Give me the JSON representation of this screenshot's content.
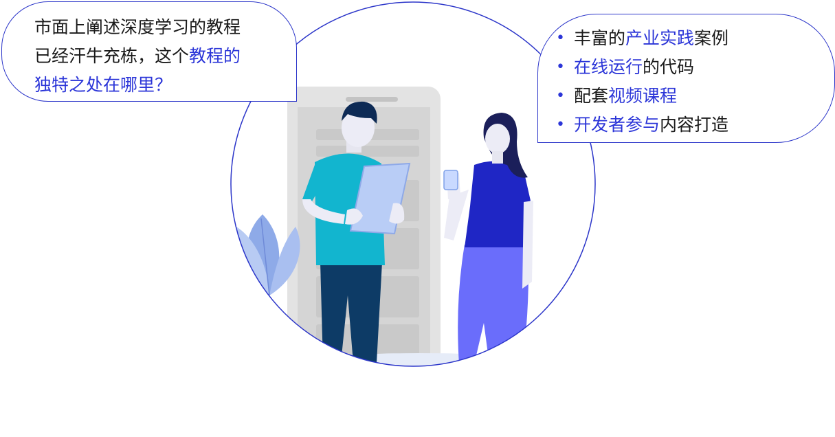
{
  "question_bubble": {
    "line1": "市面上阐述深度学习的教程",
    "line2_plain": "已经汗牛充栋，这个",
    "line2_highlight": "教程的",
    "line3_highlight": "独特之处在哪里？"
  },
  "features_bubble": {
    "bullet": "•",
    "items": [
      {
        "before": "丰富的",
        "highlight": "产业实践",
        "after": "案例"
      },
      {
        "before": "",
        "highlight": "在线运行",
        "after": "的代码"
      },
      {
        "before": "配套",
        "highlight": "视频课程",
        "after": ""
      },
      {
        "before": "",
        "highlight": "开发者参与",
        "after": "内容打造"
      }
    ]
  },
  "colors": {
    "accent_blue": "#2b35d8",
    "shirt_teal": "#12b5cf",
    "woman_top": "#1f26c5",
    "woman_pants": "#6a6dfb",
    "man_pants": "#0d3b66"
  }
}
